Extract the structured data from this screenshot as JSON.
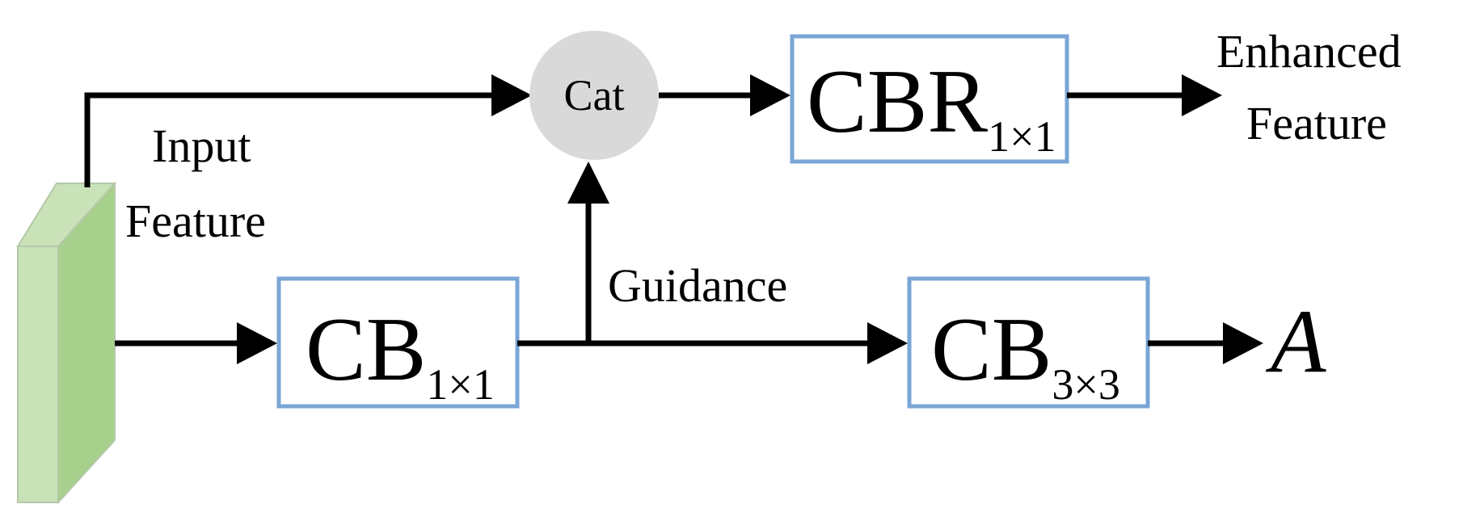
{
  "diagram": {
    "input_label": [
      "Input",
      "Feature"
    ],
    "cat_label": "Cat",
    "cbr_block": {
      "main": "CBR",
      "sub": "1×1"
    },
    "cb1_block": {
      "main": "CB",
      "sub": "1×1"
    },
    "cb3_block": {
      "main": "CB",
      "sub": "3×3"
    },
    "guidance_label": "Guidance",
    "output_label": [
      "Enhanced",
      "Feature"
    ],
    "a_label": "A"
  },
  "colors": {
    "feature_front": "#a8d08d",
    "feature_side": "#c9e2b8",
    "block_border": "#7aa6d6",
    "cat_fill": "#d9d9d9"
  }
}
